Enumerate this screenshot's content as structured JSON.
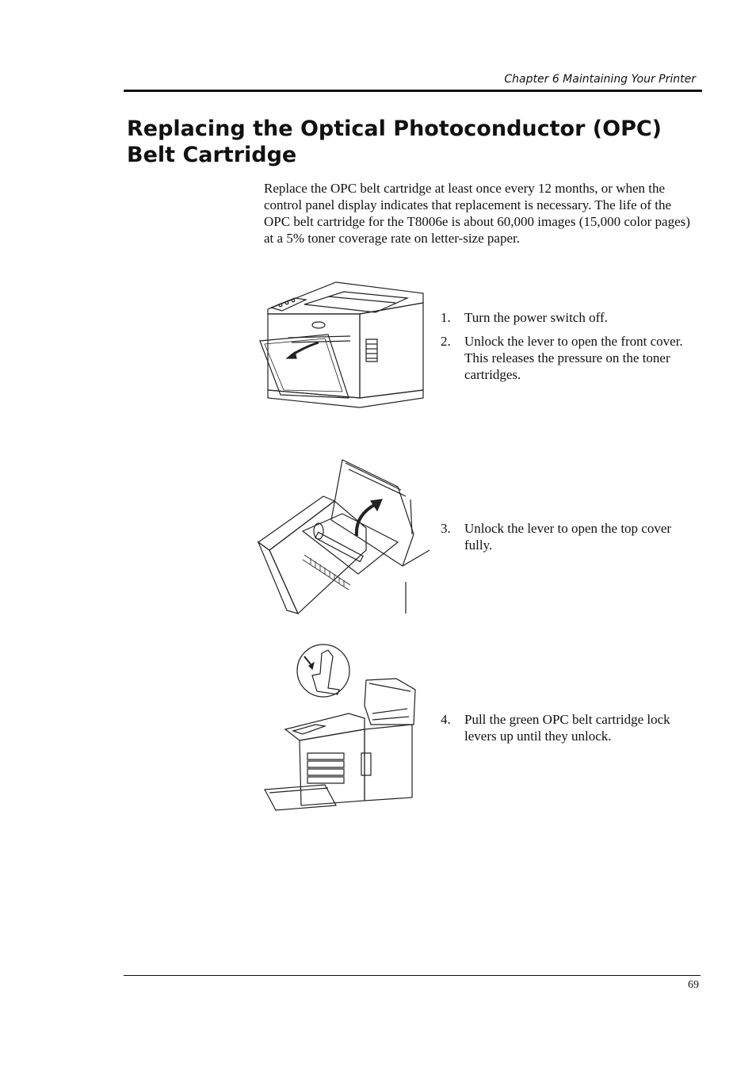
{
  "header": {
    "running_head": "Chapter 6 Maintaining Your Printer"
  },
  "section": {
    "title_line1": "Replacing the Optical Photoconductor (OPC)",
    "title_line2": "Belt Cartridge",
    "intro": "Replace the OPC belt cartridge at least once every 12 months, or when the control panel display indicates that replacement is necessary. The life of the OPC belt cartridge for the T8006e is about 60,000 images (15,000 color pages) at a 5% toner coverage rate on letter-size paper."
  },
  "steps": [
    {
      "num": "1.",
      "text": "Turn the power switch off."
    },
    {
      "num": "2.",
      "text": "Unlock the lever to open the front cover. This releases the pressure on the toner cartridges."
    },
    {
      "num": "3.",
      "text": "Unlock the lever to open the top cover fully."
    },
    {
      "num": "4.",
      "text": "Pull the green OPC belt cartridge lock levers up until they unlock."
    }
  ],
  "footer": {
    "page_number": "69"
  }
}
